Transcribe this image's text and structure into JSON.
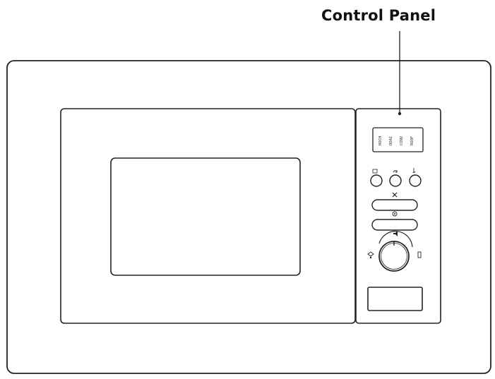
{
  "callout": {
    "label": "Control Panel"
  },
  "display": {
    "lines": [
      "ROCH",
      "OOAI",
      "CONV",
      "ROOF"
    ]
  },
  "icons": {
    "top_buttons": [
      "clock-icon",
      "undo-icon",
      "fan-icon"
    ],
    "stop_key": "x-stop-icon",
    "start_key": "start-icon",
    "dial_top": "speaker-icon",
    "dial_left": "weight-icon",
    "dial_right": "power-icon"
  }
}
